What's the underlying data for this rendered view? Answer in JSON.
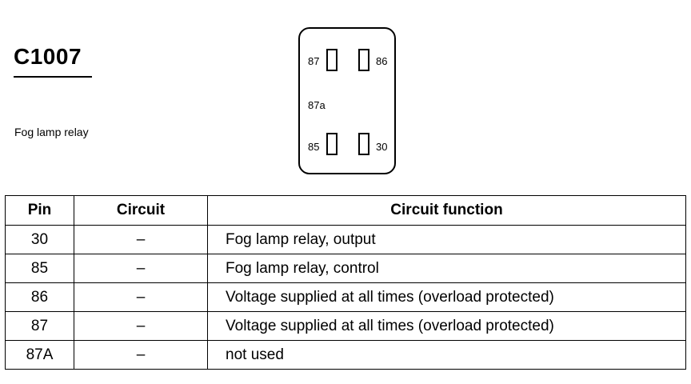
{
  "connector": {
    "id": "C1007",
    "description": "Fog lamp relay",
    "pins": [
      {
        "label": "87",
        "side": "left"
      },
      {
        "label": "86",
        "side": "right"
      },
      {
        "label": "87a",
        "side": "middle"
      },
      {
        "label": "85",
        "side": "left"
      },
      {
        "label": "30",
        "side": "right"
      }
    ]
  },
  "table": {
    "headers": {
      "pin": "Pin",
      "circuit": "Circuit",
      "function": "Circuit function"
    },
    "rows": [
      {
        "pin": "30",
        "circuit": "–",
        "function": "Fog lamp relay, output"
      },
      {
        "pin": "85",
        "circuit": "–",
        "function": "Fog lamp relay, control"
      },
      {
        "pin": "86",
        "circuit": "–",
        "function": "Voltage supplied at all times (overload protected)"
      },
      {
        "pin": "87",
        "circuit": "–",
        "function": "Voltage supplied at all times (overload protected)"
      },
      {
        "pin": "87A",
        "circuit": "–",
        "function": "not used"
      }
    ]
  }
}
